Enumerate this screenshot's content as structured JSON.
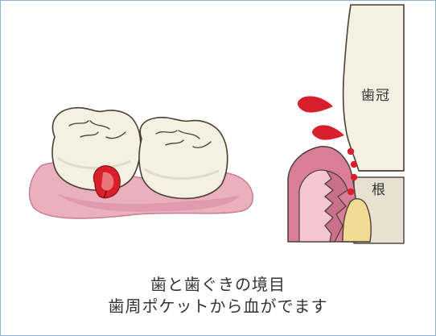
{
  "illustration": {
    "left": {
      "molars": [
        "molar-left",
        "molar-right"
      ],
      "bleeding": "bleeding-spot"
    },
    "right": {
      "labels": {
        "crown": "歯冠",
        "root": "根"
      }
    }
  },
  "caption": {
    "line1": "歯と歯ぐきの境目",
    "line2": "歯周ポケットから血がでます"
  },
  "colors": {
    "border": "#8fb1d8",
    "gum_pink": "#eab0bd",
    "gum_dark": "#d97e96",
    "tooth": "#f4f0e2",
    "blood": "#d8202c",
    "text": "#333333"
  }
}
